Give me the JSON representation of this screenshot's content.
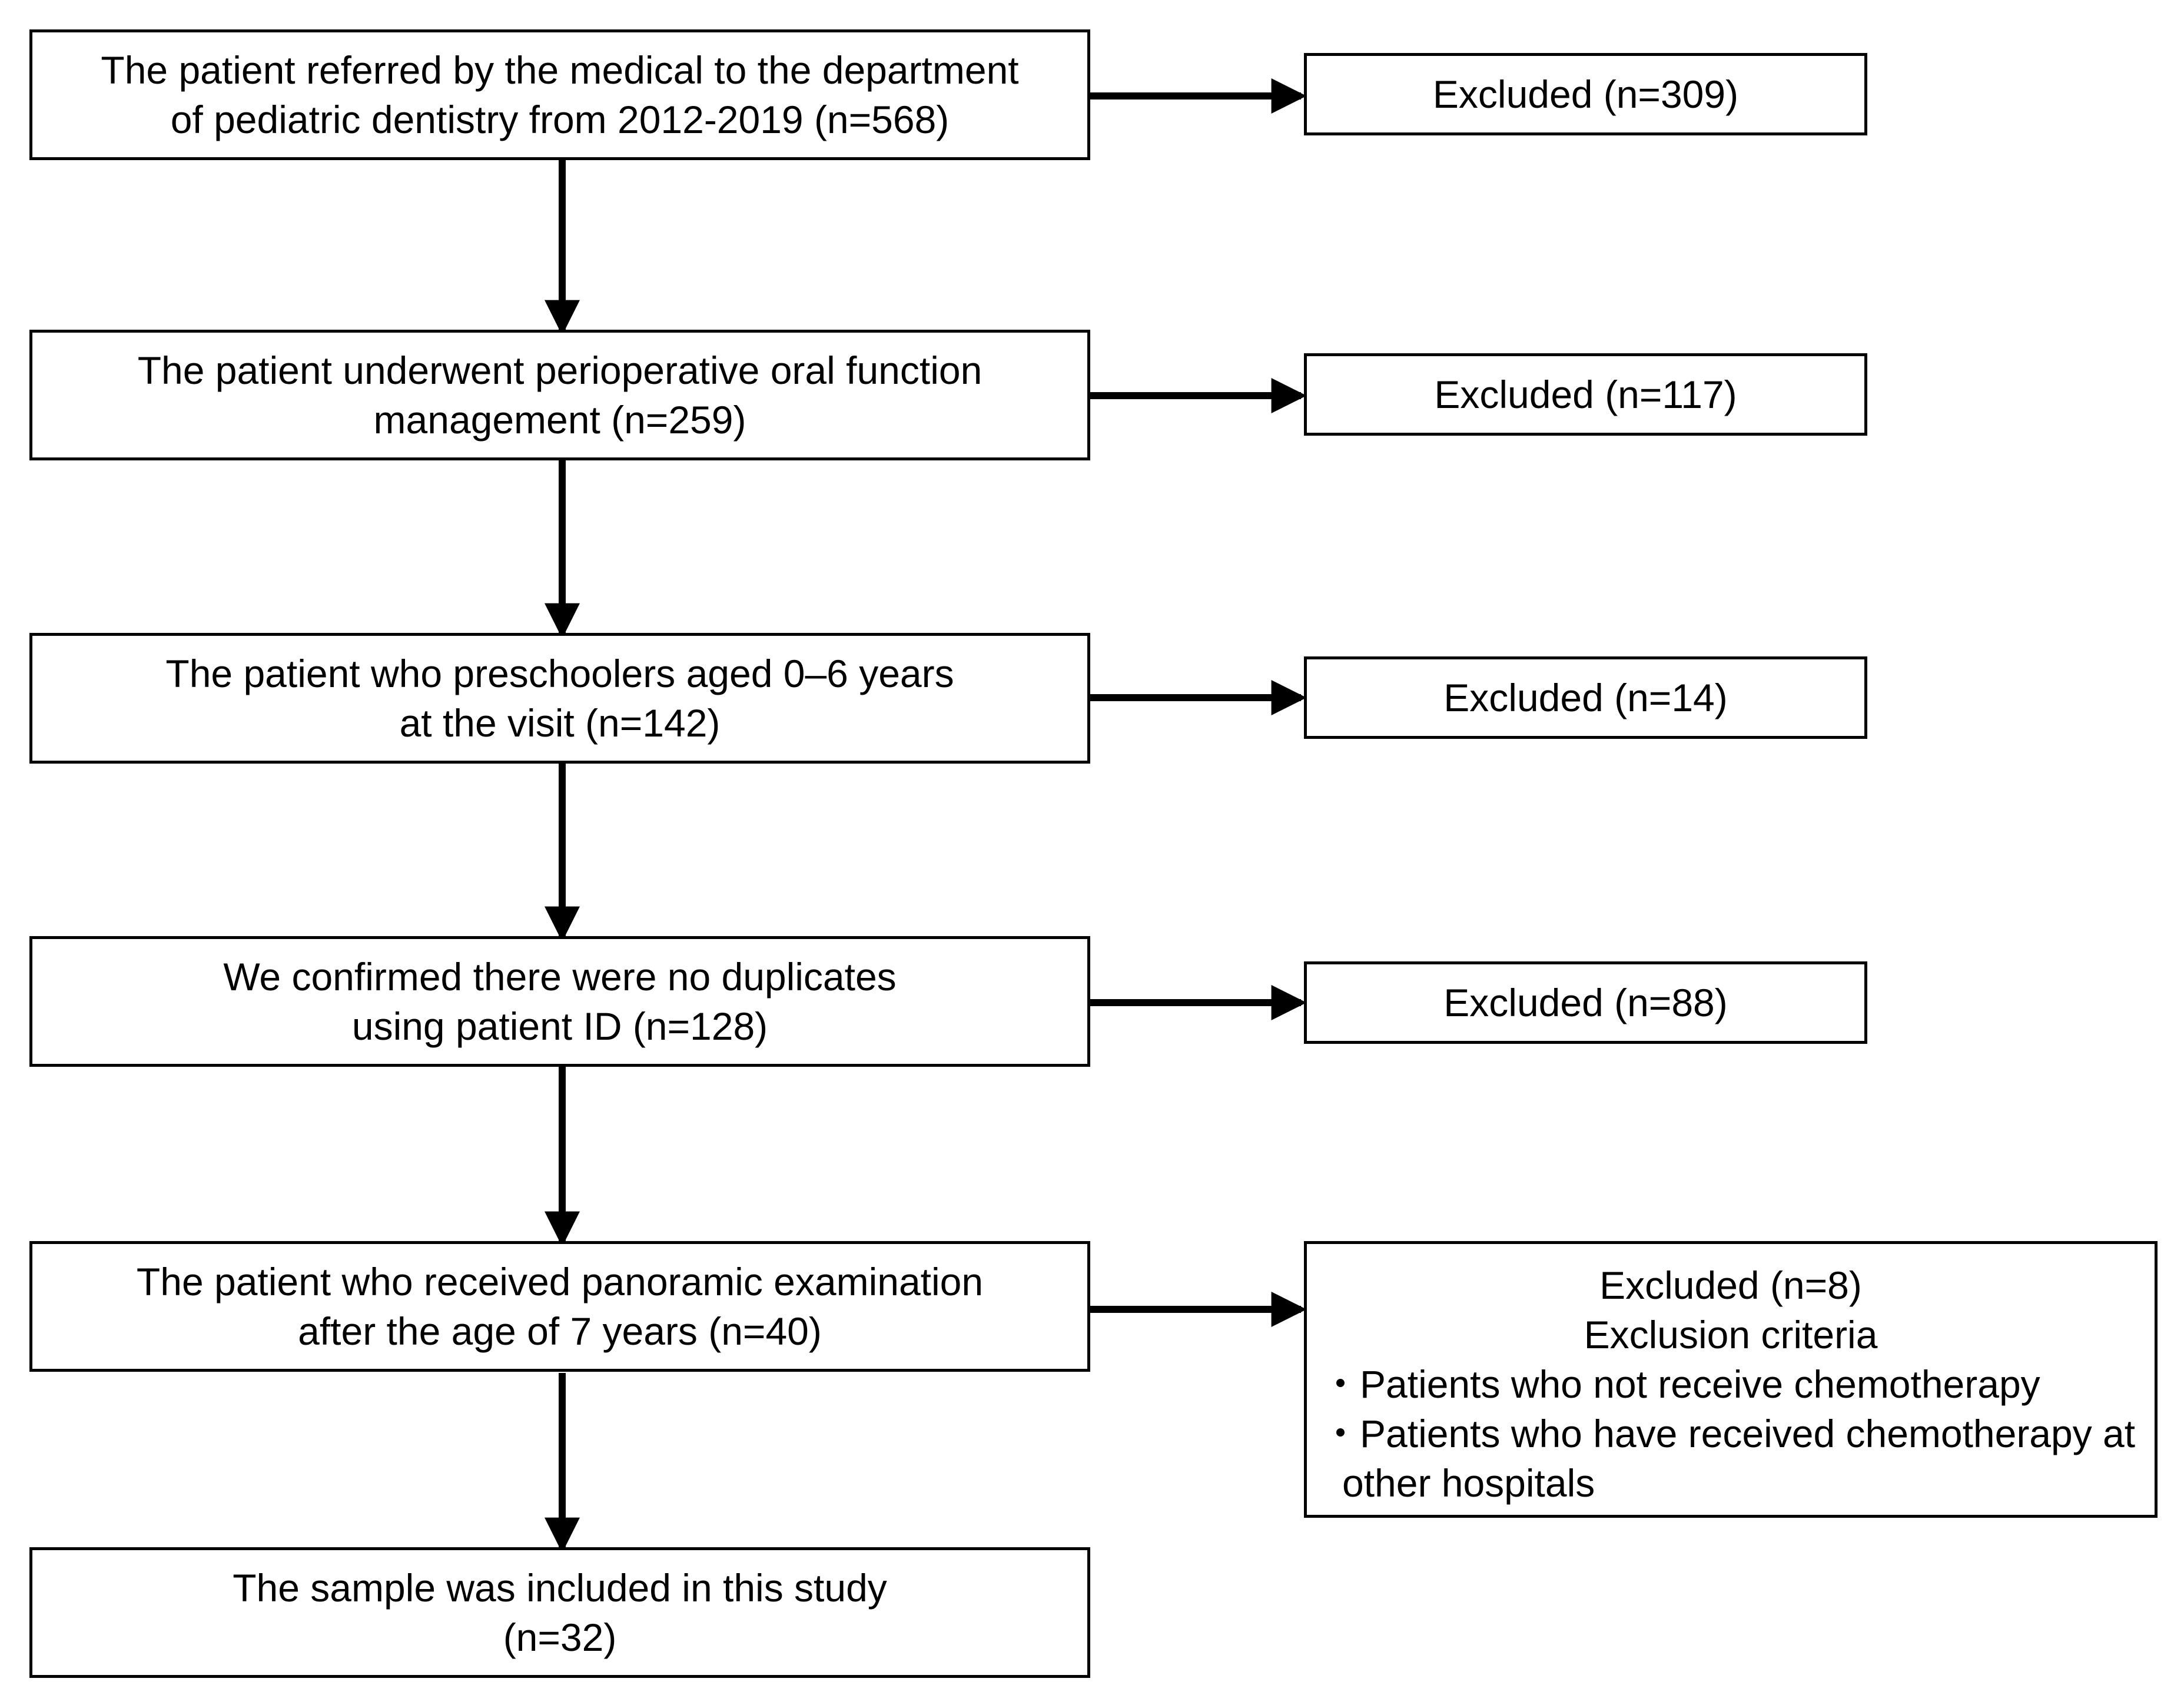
{
  "flow": {
    "steps": [
      {
        "lines": [
          "The patient referred by the medical to the department",
          "of pediatric dentistry from 2012-2019 (n=568)"
        ]
      },
      {
        "lines": [
          "The patient underwent perioperative oral function",
          "management  (n=259)"
        ]
      },
      {
        "lines": [
          "The patient who preschoolers aged 0–6 years",
          "at the visit (n=142)"
        ]
      },
      {
        "lines": [
          "We confirmed there were no duplicates",
          "using patient ID (n=128)"
        ]
      },
      {
        "lines": [
          "The patient who received panoramic examination",
          "after the age of 7 years (n=40)"
        ]
      },
      {
        "lines": [
          "The sample was included in this study",
          "(n=32)"
        ]
      }
    ],
    "exclusions": [
      {
        "label": "Excluded  (n=309)"
      },
      {
        "label": "Excluded  (n=117)"
      },
      {
        "label": "Excluded  (n=14)"
      },
      {
        "label": "Excluded  (n=88)"
      },
      {
        "label": "Excluded  (n=8)",
        "criteria_title": "Exclusion criteria",
        "criteria": [
          "・Patients who not receive chemotherapy",
          "・Patients who have received chemotherapy at other hospitals"
        ]
      }
    ]
  }
}
